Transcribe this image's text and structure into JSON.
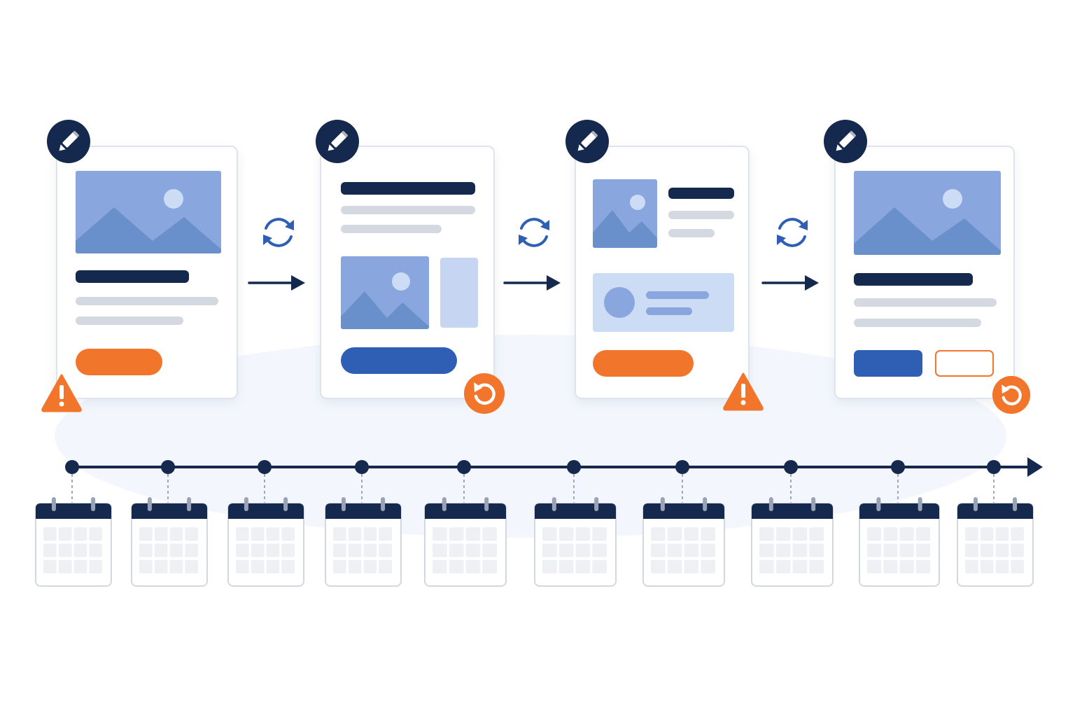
{
  "colors": {
    "navy": "#15294f",
    "orange": "#f2752c",
    "blue": "#2e5fb4",
    "image_blue": "#8aa6de",
    "image_mountain": "#6a90cc",
    "panel_blue": "#cddcf5",
    "grey_line": "#d4d8e1",
    "calendar_cell": "#eef0f4"
  },
  "steps": [
    {
      "layout": "hero-image-text-button",
      "edit_icon": "pencil-icon",
      "status_icon": "warning-icon"
    },
    {
      "layout": "text-image-sidebar-button",
      "edit_icon": "pencil-icon",
      "status_icon": "undo-icon"
    },
    {
      "layout": "thumbnail-text-profile-button",
      "edit_icon": "pencil-icon",
      "status_icon": "warning-icon"
    },
    {
      "layout": "hero-image-text-two-buttons",
      "edit_icon": "pencil-icon",
      "status_icon": "undo-icon"
    }
  ],
  "connector_icons": [
    "sync-icon",
    "arrow-right-icon"
  ],
  "timeline": {
    "milestones": 10,
    "end_icon": "arrow-head-icon"
  },
  "calendar_icon": "calendar-icon"
}
